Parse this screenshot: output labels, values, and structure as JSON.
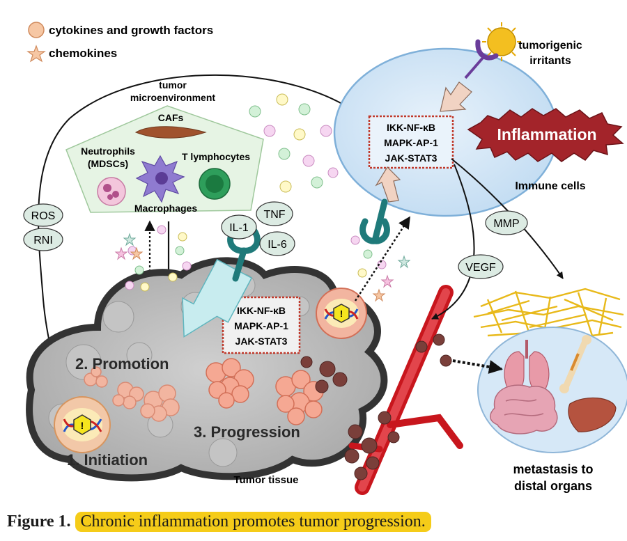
{
  "legend": {
    "cytokines": "cytokines and growth factors",
    "chemokines": "chemokines"
  },
  "microenvironment": {
    "title_line1": "tumor",
    "title_line2": "microenvironment",
    "cafs": "CAFs",
    "neutrophils_line1": "Neutrophils",
    "neutrophils_line2": "(MDSCs)",
    "t_lymphocytes": "T lymphocytes",
    "macrophages": "Macrophages"
  },
  "irritants": {
    "line1": "tumorigenic",
    "line2": "irritants"
  },
  "inflammation": "Inflammation",
  "immune_cells": "Immune cells",
  "pathways": [
    "IKK-NF-κB",
    "MAPK-AP-1",
    "JAK-STAT3"
  ],
  "mediators": {
    "ros": "ROS",
    "rni": "RNI",
    "mmp": "MMP",
    "vegf": "VEGF"
  },
  "cytokine_bubbles": {
    "il1": "IL-1",
    "tnf": "TNF",
    "il6": "IL-6"
  },
  "stages": {
    "initiation": "1. Initiation",
    "promotion": "2. Promotion",
    "progression": "3. Progression"
  },
  "tumor_tissue": "Tumor tissue",
  "metastasis": {
    "line1": "metastasis to",
    "line2": "distal organs"
  },
  "caption": {
    "label": "Figure 1.",
    "text": "Chronic inflammation promotes tumor progression."
  },
  "colors": {
    "tumor_gray": "#b8b8b8",
    "immune_cell": "#d6e8f7",
    "pathway_box": "#c0392b",
    "inflammation_star": "#a3242a",
    "receptor": "#1f7a7a",
    "mediator_fill": "#dcebe3",
    "caption_highlight": "#f5cc19"
  }
}
